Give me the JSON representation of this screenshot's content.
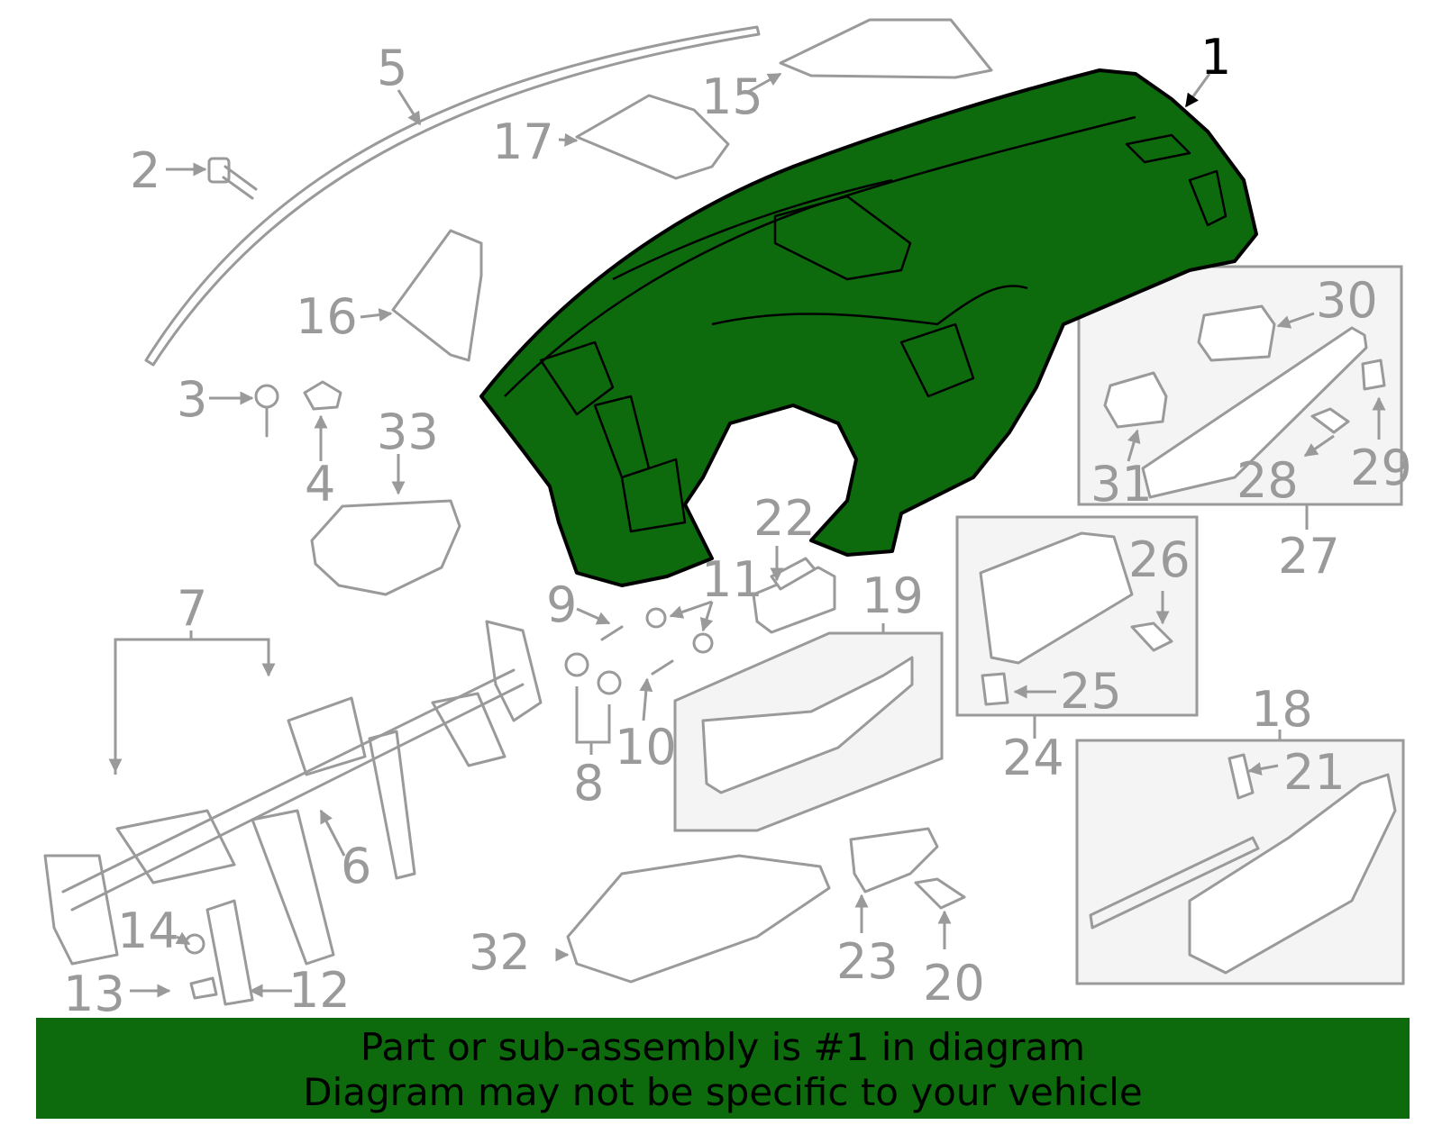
{
  "diagram": {
    "highlight_color": "#0d6b0d",
    "callouts": [
      {
        "id": "1",
        "label": "1"
      },
      {
        "id": "2",
        "label": "2"
      },
      {
        "id": "3",
        "label": "3"
      },
      {
        "id": "4",
        "label": "4"
      },
      {
        "id": "5",
        "label": "5"
      },
      {
        "id": "6",
        "label": "6"
      },
      {
        "id": "7",
        "label": "7"
      },
      {
        "id": "8",
        "label": "8"
      },
      {
        "id": "9",
        "label": "9"
      },
      {
        "id": "10",
        "label": "10"
      },
      {
        "id": "11",
        "label": "11"
      },
      {
        "id": "12",
        "label": "12"
      },
      {
        "id": "13",
        "label": "13"
      },
      {
        "id": "14",
        "label": "14"
      },
      {
        "id": "15",
        "label": "15"
      },
      {
        "id": "16",
        "label": "16"
      },
      {
        "id": "17",
        "label": "17"
      },
      {
        "id": "18",
        "label": "18"
      },
      {
        "id": "19",
        "label": "19"
      },
      {
        "id": "20",
        "label": "20"
      },
      {
        "id": "21",
        "label": "21"
      },
      {
        "id": "22",
        "label": "22"
      },
      {
        "id": "23",
        "label": "23"
      },
      {
        "id": "24",
        "label": "24"
      },
      {
        "id": "25",
        "label": "25"
      },
      {
        "id": "26",
        "label": "26"
      },
      {
        "id": "27",
        "label": "27"
      },
      {
        "id": "28",
        "label": "28"
      },
      {
        "id": "29",
        "label": "29"
      },
      {
        "id": "30",
        "label": "30"
      },
      {
        "id": "31",
        "label": "31"
      },
      {
        "id": "32",
        "label": "32"
      },
      {
        "id": "33",
        "label": "33"
      }
    ]
  },
  "banner": {
    "line1": "Part or sub-assembly is #1 in diagram",
    "line2": "Diagram may not be specific to your vehicle"
  }
}
